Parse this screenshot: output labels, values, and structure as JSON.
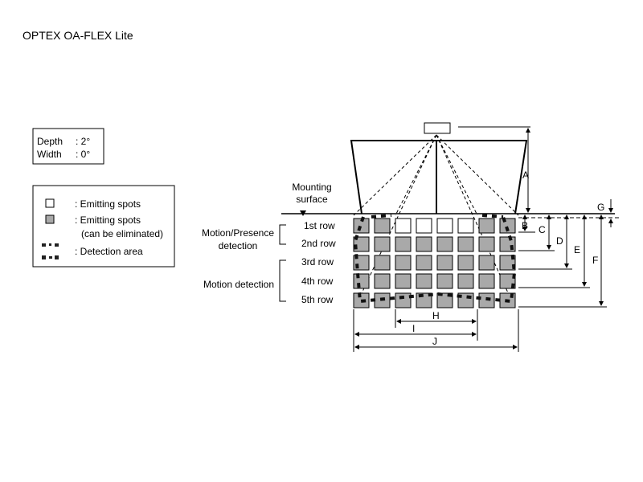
{
  "title": "OPTEX OA-FLEX Lite",
  "angles": {
    "depth_label": "Depth",
    "depth_value": ": 2°",
    "width_label": "Width",
    "width_value": ": 0°"
  },
  "legend": {
    "white": ": Emitting spots",
    "gray": ": Emitting spots",
    "gray_note": "(can be eliminated)",
    "detection": ": Detection area"
  },
  "mounting": {
    "line1": "Mounting",
    "line2": "surface"
  },
  "groups": {
    "motion_presence_1": "Motion/Presence",
    "motion_presence_2": "detection",
    "motion": "Motion detection"
  },
  "rows": [
    "1st row",
    "2nd row",
    "3rd row",
    "4th row",
    "5th row"
  ],
  "dims": {
    "A": "A",
    "B": "B",
    "C": "C",
    "D": "D",
    "E": "E",
    "F": "F",
    "G": "G",
    "H": "H",
    "I": "I",
    "J": "J"
  },
  "colors": {
    "gray_spot": "#a9a9a9",
    "white_spot": "#ffffff"
  }
}
